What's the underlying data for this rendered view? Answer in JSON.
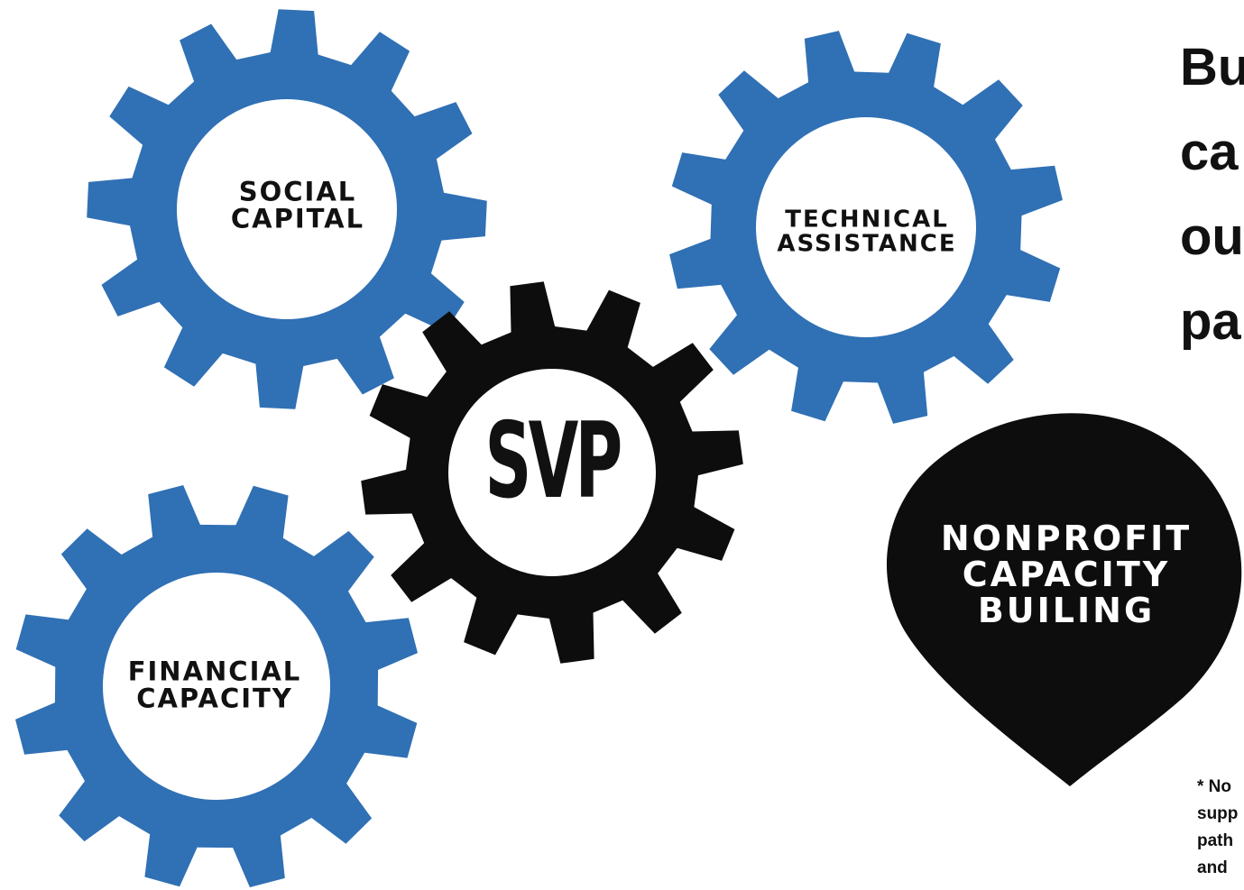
{
  "colors": {
    "gear_blue": "#3070b4",
    "gear_black": "#0d0d0d",
    "pin_black": "#0d0d0d",
    "text_dark": "#111111",
    "text_light": "#ffffff"
  },
  "gears": {
    "social_capital": {
      "lines": [
        "SOCIAL",
        "CAPITAL"
      ]
    },
    "technical_assistance": {
      "lines": [
        "TECHNICAL",
        "ASSISTANCE"
      ]
    },
    "financial_capacity": {
      "lines": [
        "FINANCIAL",
        "CAPACITY"
      ]
    },
    "svp": {
      "label": "SVP"
    }
  },
  "pin": {
    "lines": [
      "NONPROFIT",
      "CAPACITY",
      "BUILING"
    ]
  },
  "headline": {
    "lines": [
      "Bu",
      "ca",
      "ou",
      "pa"
    ]
  },
  "footnote": {
    "lines": [
      "* No",
      "supp",
      "path",
      "and"
    ]
  }
}
